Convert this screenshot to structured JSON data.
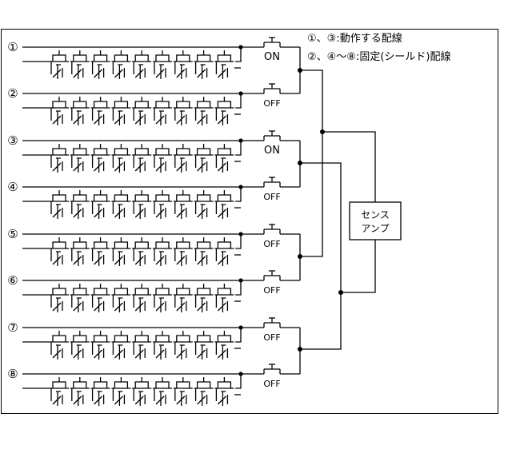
{
  "legend": {
    "active_line": "①、③:動作する配線",
    "shield_line": "②、④〜⑧:固定(シールド)配線"
  },
  "lines": [
    {
      "marker": "①",
      "switch": "ON"
    },
    {
      "marker": "②",
      "switch": "OFF"
    },
    {
      "marker": "③",
      "switch": "ON"
    },
    {
      "marker": "④",
      "switch": "OFF"
    },
    {
      "marker": "⑤",
      "switch": "OFF"
    },
    {
      "marker": "⑥",
      "switch": "OFF"
    },
    {
      "marker": "⑦",
      "switch": "OFF"
    },
    {
      "marker": "⑧",
      "switch": "OFF"
    }
  ],
  "sense_amp": {
    "line1": "センス",
    "line2": "アンプ"
  }
}
